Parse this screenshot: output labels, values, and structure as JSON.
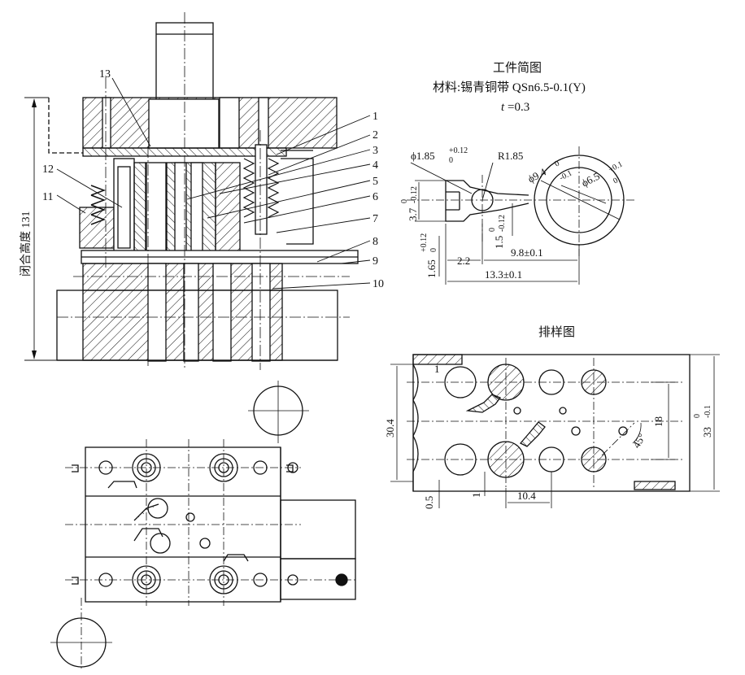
{
  "callouts": [
    "13",
    "1",
    "2",
    "3",
    "4",
    "5",
    "6",
    "7",
    "8",
    "9",
    "10",
    "12",
    "11"
  ],
  "closed_height": "闭合高度 131",
  "workpiece": {
    "title": "工件简图",
    "material": "材料:锡青铜带 QSn6.5-0.1(Y)",
    "thickness_sym": "t",
    "thickness_val": "=0.3",
    "dims": {
      "phi_hole": "ϕ1.85",
      "phi_hole_tol_up": "+0.12",
      "phi_hole_tol_lo": "0",
      "r_value": "R1.85",
      "phi_outer": "ϕ9.4",
      "phi_outer_tol_up": "0",
      "phi_outer_tol_lo": "-0.1",
      "phi_inner": "ϕ6.5",
      "phi_inner_tol_up": "+0.1",
      "phi_inner_tol_lo": "0",
      "h_left": "3.7",
      "h_left_tol_up": "0",
      "h_left_tol_lo": "-0.12",
      "neck": "1.5",
      "neck_tol_up": "0",
      "neck_tol_lo": "-0.12",
      "h_low": "1.65",
      "h_low_tol_up": "+0.12",
      "h_low_tol_lo": "0",
      "d22": "2.2",
      "d98": "9.8±0.1",
      "d133": "13.3±0.1"
    }
  },
  "layout_fig": {
    "title": "排样图",
    "d1": "1",
    "d304": "30.4",
    "d18": "18",
    "angle": "45°",
    "d33": "33",
    "d33_tol_up": "0",
    "d33_tol_lo": "-0.1",
    "d05": "0.5",
    "d1b": "1",
    "d104": "10.4"
  }
}
